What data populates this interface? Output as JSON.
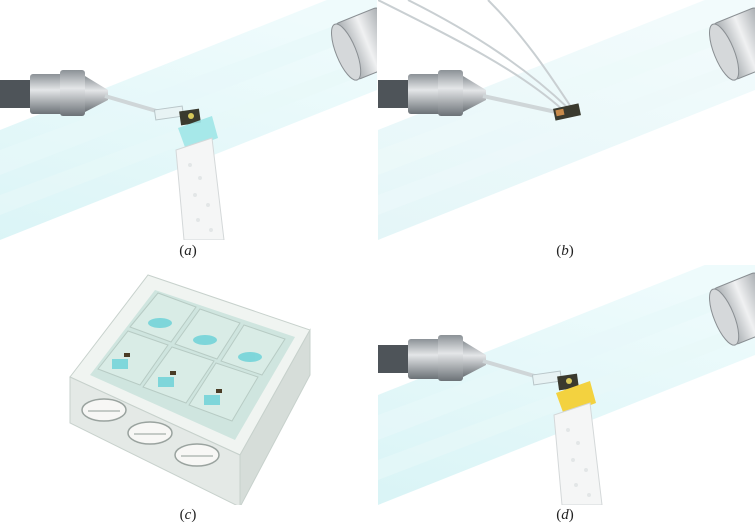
{
  "figure": {
    "panels": [
      {
        "id": "a",
        "label_open": "(",
        "letter": "a",
        "label_close": ")"
      },
      {
        "id": "b",
        "label_open": "(",
        "letter": "b",
        "label_close": ")"
      },
      {
        "id": "c",
        "label_open": "(",
        "letter": "c",
        "label_close": ")"
      },
      {
        "id": "d",
        "label_open": "(",
        "letter": "d",
        "label_close": ")"
      }
    ],
    "colors": {
      "beam": "#cfeff3",
      "beam_edge": "#b7e4ea",
      "metal_dark": "#555b60",
      "metal_light": "#d7dadd",
      "cyan_liquid": "#8fe3e6",
      "yellow_liquid": "#f3d23f",
      "plate": "#f1f4f2",
      "plate_inner": "#cfe3df"
    }
  }
}
